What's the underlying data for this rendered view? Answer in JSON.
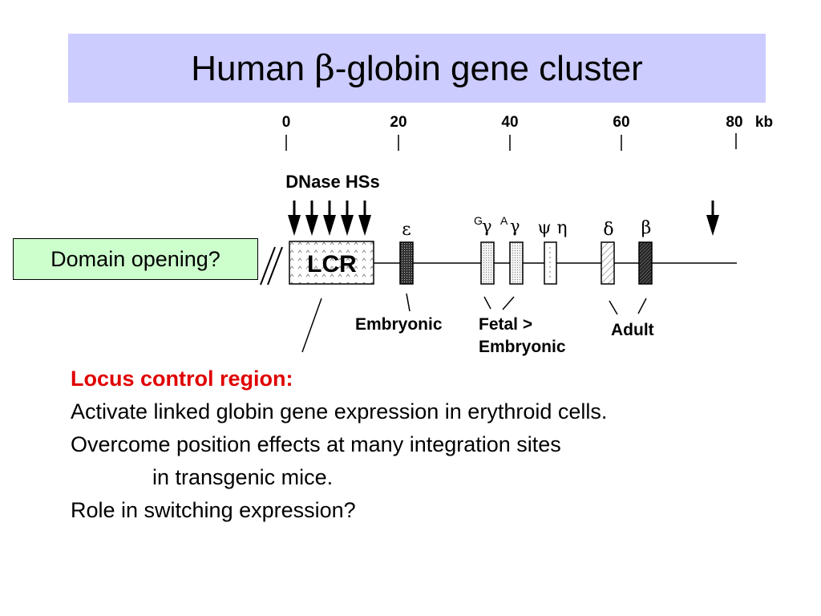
{
  "title": {
    "prefix": "Human ",
    "greek": "β",
    "suffix": "-globin gene cluster"
  },
  "scale": {
    "ticks": [
      "0",
      "20",
      "40",
      "60",
      "80"
    ],
    "unit": "kb"
  },
  "hss_label": "DNase HSs",
  "lcr_label": "LCR",
  "domain_box": "Domain opening?",
  "genes": {
    "epsilon": "ε",
    "g_gamma_sup": "G",
    "g_gamma": "γ",
    "a_gamma_sup": "A",
    "a_gamma": "γ",
    "psi": "ψ",
    "eta": "η",
    "delta": "δ",
    "beta": "β"
  },
  "stages": {
    "embryonic": "Embryonic",
    "fetal_line1": "Fetal >",
    "fetal_line2": "Embryonic",
    "adult": "Adult"
  },
  "text": {
    "heading": "Locus control region:",
    "line1": "Activate linked globin gene expression in erythroid cells.",
    "line2": "Overcome position effects at many integration sites",
    "line3": "in transgenic mice.",
    "line4": "Role in switching expression?"
  }
}
